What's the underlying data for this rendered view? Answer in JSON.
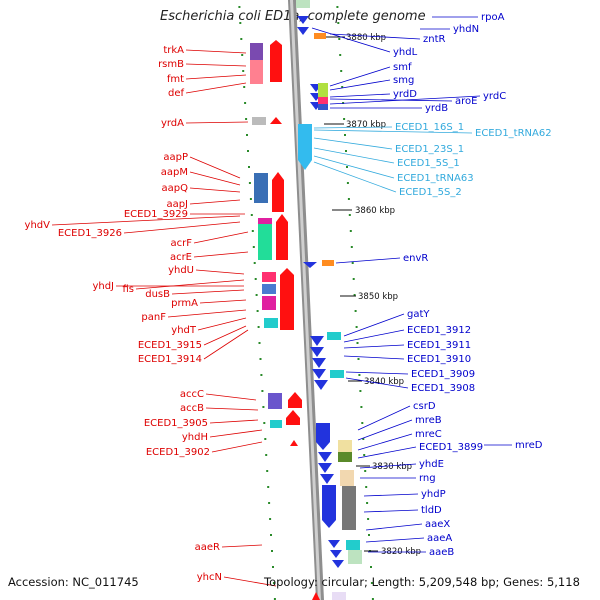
{
  "title": "Escherichia coli ED1a, complete genome",
  "footer": {
    "accession": "Accession: NC_011745",
    "topology": "Topology: circular; Length: 5,209,548 bp; Genes: 5,118"
  },
  "colors": {
    "left_label": "#dd0000",
    "right_label": "#0000cc",
    "rna_label": "#33aadd",
    "backbone": "#999999",
    "tick_mark": "#2a8a2a"
  },
  "ticks": [
    "3880 kbp",
    "3870 kbp",
    "3860 kbp",
    "3850 kbp",
    "3840 kbp",
    "3830 kbp",
    "3820 kbp"
  ],
  "left_genes": [
    "trkA",
    "rsmB",
    "fmt",
    "def",
    "yrdA",
    "aapP",
    "aapM",
    "aapQ",
    "aapJ",
    "ECED1_3929",
    "yhdV",
    "ECED1_3926",
    "acrF",
    "acrE",
    "yhdU",
    "yhdJ",
    "fis",
    "dusB",
    "prmA",
    "panF",
    "yhdT",
    "ECED1_3915",
    "ECED1_3914",
    "accC",
    "accB",
    "ECED1_3905",
    "yhdH",
    "ECED1_3902",
    "aaeR",
    "yhcN"
  ],
  "right_genes": [
    "rpoA",
    "yhdN",
    "zntR",
    "yhdL",
    "smf",
    "smg",
    "yrdD",
    "aroE",
    "yrdC",
    "yrdB",
    "envR",
    "gatY",
    "ECED1_3912",
    "ECED1_3911",
    "ECED1_3910",
    "ECED1_3909",
    "ECED1_3908",
    "csrD",
    "mreB",
    "mreC",
    "ECED1_3899",
    "mreD",
    "yhdE",
    "rng",
    "yhdP",
    "tldD",
    "aaeX",
    "aaeA",
    "aaeB"
  ],
  "rna_genes": [
    "ECED1_16S_1",
    "ECED1_tRNA62",
    "ECED1_23S_1",
    "ECED1_5S_1",
    "ECED1_tRNA63",
    "ECED1_5S_2"
  ]
}
